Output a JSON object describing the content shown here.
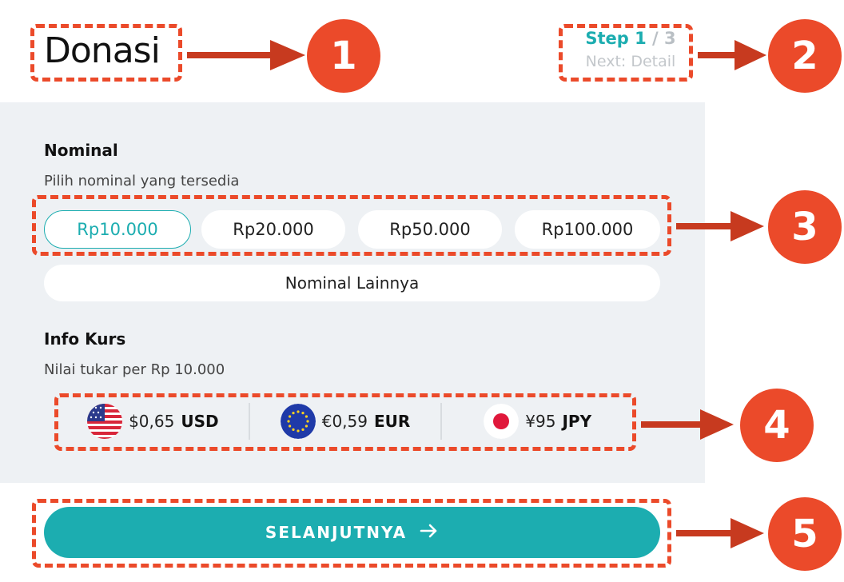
{
  "header": {
    "title": "Donasi"
  },
  "step": {
    "label": "Step",
    "current": "1",
    "separator": "/",
    "total": "3",
    "next": "Next: Detail"
  },
  "nominal": {
    "title": "Nominal",
    "subtitle": "Pilih nominal yang tersedia",
    "options": [
      "Rp10.000",
      "Rp20.000",
      "Rp50.000",
      "Rp100.000"
    ],
    "selected_index": 0,
    "other_label": "Nominal Lainnya"
  },
  "kurs": {
    "title": "Info Kurs",
    "subtitle": "Nilai tukar per Rp 10.000",
    "rates": [
      {
        "flag": "us-flag-icon",
        "amount": "$0,65",
        "code": "USD"
      },
      {
        "flag": "eu-flag-icon",
        "amount": "€0,59",
        "code": "EUR"
      },
      {
        "flag": "jp-flag-icon",
        "amount": "¥95",
        "code": "JPY"
      }
    ]
  },
  "footer": {
    "next_button": "SELANJUTNYA"
  },
  "annotations": [
    "1",
    "2",
    "3",
    "4",
    "5"
  ],
  "colors": {
    "accent": "#1cadb0",
    "annotation": "#eb4a2a",
    "panel": "#eef1f4"
  }
}
